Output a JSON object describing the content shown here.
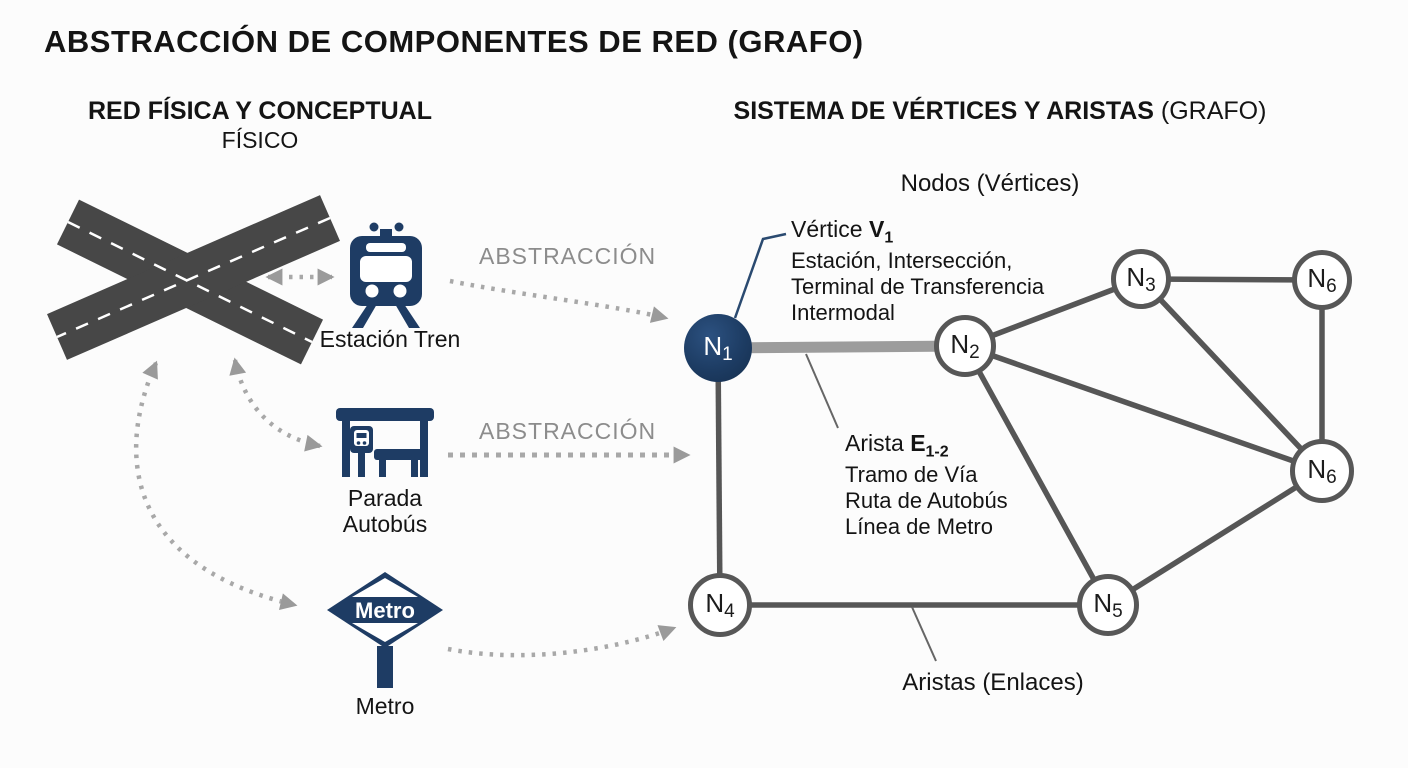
{
  "title": "ABSTRACCIÓN DE COMPONENTES DE RED (GRAFO)",
  "left_panel": {
    "header": "RED FÍSICA Y CONCEPTUAL",
    "subheader": "FÍSICO",
    "train_label": "Estación Tren",
    "bus_label_line1": "Parada",
    "bus_label_line2": "Autobús",
    "metro_sign_text": "Metro",
    "metro_label": "Metro"
  },
  "right_panel": {
    "header_bold": "SISTEMA DE VÉRTICES Y ARISTAS",
    "header_suffix": " (GRAFO)",
    "nodes_caption": "Nodos (Vértices)",
    "edges_caption": "Aristas (Enlaces)"
  },
  "arrows": {
    "abstraction_label_1": "ABSTRACCIÓN",
    "abstraction_label_2": "ABSTRACCIÓN"
  },
  "annotations": {
    "vertex": {
      "prefix": "Vértice ",
      "symbol": "V",
      "sub": "1",
      "line1": "Estación, Intersección,",
      "line2": "Terminal de Transferencia",
      "line3": "Intermodal"
    },
    "edge": {
      "prefix": "Arista ",
      "symbol": "E",
      "sub": "1-2",
      "line1": "Tramo de Vía",
      "line2": "Ruta de Autobús",
      "line3": "Línea de Metro"
    }
  },
  "graph": {
    "nodes": [
      {
        "id": "N1",
        "letter": "N",
        "sub": "1",
        "filled": true
      },
      {
        "id": "N2",
        "letter": "N",
        "sub": "2",
        "filled": false
      },
      {
        "id": "N3",
        "letter": "N",
        "sub": "3",
        "filled": false
      },
      {
        "id": "N6a",
        "letter": "N",
        "sub": "6",
        "filled": false
      },
      {
        "id": "N6b",
        "letter": "N",
        "sub": "6",
        "filled": false
      },
      {
        "id": "N5",
        "letter": "N",
        "sub": "5",
        "filled": false
      },
      {
        "id": "N4",
        "letter": "N",
        "sub": "4",
        "filled": false
      }
    ],
    "edges": [
      "N1-N2 (highlighted)",
      "N1-N4",
      "N2-N3",
      "N2-N6b",
      "N2-N5",
      "N3-N6a",
      "N3-N6b",
      "N6a-N6b",
      "N5-N6b",
      "N4-N5"
    ]
  },
  "colors": {
    "navy": "#1e3c64",
    "node_border": "#575757",
    "edge": "#565656",
    "highlighted_edge": "#9c9c9c",
    "arrow_gray": "#a8a8a8",
    "muted_text": "#8c8c8c",
    "road": "#474747"
  }
}
